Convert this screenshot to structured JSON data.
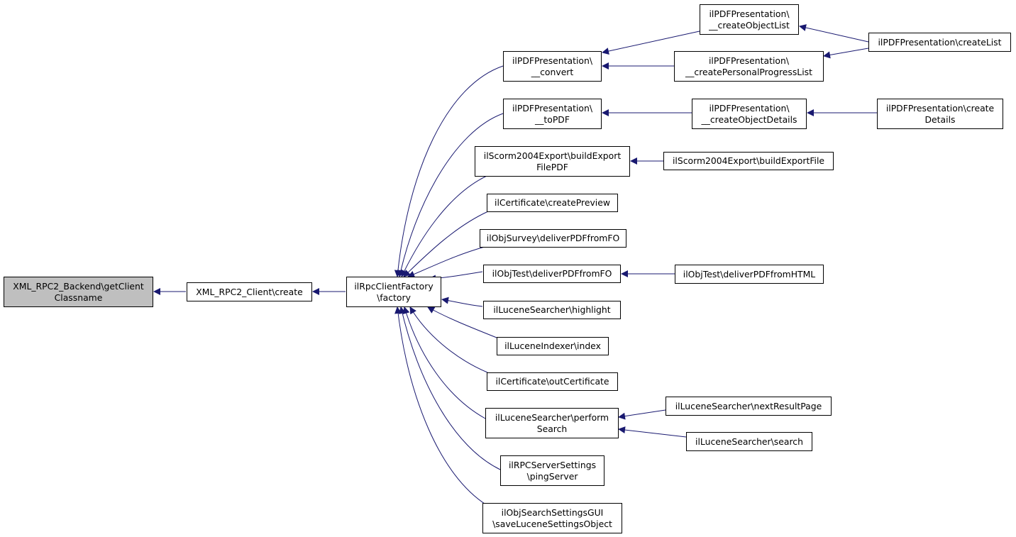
{
  "colors": {
    "edge": "#191970",
    "node_border": "#000000",
    "node_fill": "#ffffff",
    "root_fill": "#bfbfbf"
  },
  "nodes": {
    "root": [
      "XML_RPC2_Backend\\getClient",
      "Classname"
    ],
    "client_create": [
      "XML_RPC2_Client\\create"
    ],
    "factory": [
      "ilRpcClientFactory",
      "\\factory"
    ],
    "pdf_convert": [
      "ilPDFPresentation\\",
      "__convert"
    ],
    "pdf_topdf": [
      "ilPDFPresentation\\",
      "__toPDF"
    ],
    "scorm_buildpdf": [
      "ilScorm2004Export\\buildExport",
      "FilePDF"
    ],
    "cert_preview": [
      "ilCertificate\\createPreview"
    ],
    "survey_deliver": [
      "ilObjSurvey\\deliverPDFfromFO"
    ],
    "test_deliver": [
      "ilObjTest\\deliverPDFfromFO"
    ],
    "searcher_highlight": [
      "ilLuceneSearcher\\highlight"
    ],
    "indexer_index": [
      "ilLuceneIndexer\\index"
    ],
    "cert_out": [
      "ilCertificate\\outCertificate"
    ],
    "searcher_perform": [
      "ilLuceneSearcher\\perform",
      "Search"
    ],
    "rpc_ping": [
      "ilRPCServerSettings",
      "\\pingServer"
    ],
    "search_settings": [
      "ilObjSearchSettingsGUI",
      "\\saveLuceneSettingsObject"
    ],
    "pdf_objlist": [
      "ilPDFPresentation\\",
      "__createObjectList"
    ],
    "pdf_progress": [
      "ilPDFPresentation\\",
      "__createPersonalProgressList"
    ],
    "pdf_objdetails": [
      "ilPDFPresentation\\",
      "__createObjectDetails"
    ],
    "scorm_buildfile": [
      "ilScorm2004Export\\buildExportFile"
    ],
    "test_deliverhtml": [
      "ilObjTest\\deliverPDFfromHTML"
    ],
    "searcher_next": [
      "ilLuceneSearcher\\nextResultPage"
    ],
    "searcher_search": [
      "ilLuceneSearcher\\search"
    ],
    "pdf_createlist": [
      "ilPDFPresentation\\createList"
    ],
    "pdf_createdetails": [
      "ilPDFPresentation\\create",
      "Details"
    ]
  }
}
